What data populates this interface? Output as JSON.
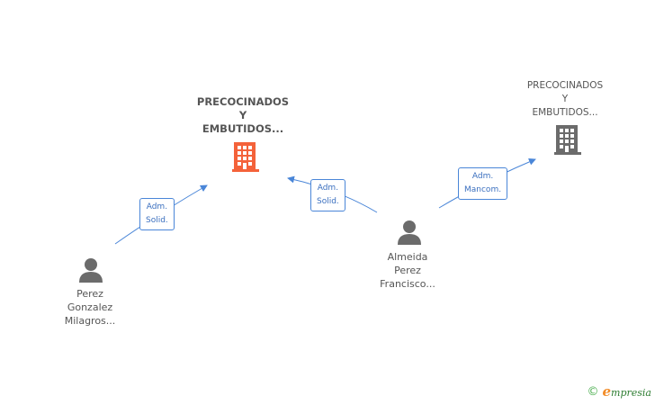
{
  "nodes": {
    "company_main": {
      "name_lines": [
        "PRECOCINADOS",
        "Y",
        "EMBUTIDOS..."
      ],
      "icon": "building-icon",
      "color": "#f4623a"
    },
    "company_other": {
      "name_lines": [
        "PRECOCINADOS",
        "Y",
        "EMBUTIDOS..."
      ],
      "icon": "building-icon",
      "color": "#6b6b6b"
    },
    "person_perez": {
      "name_lines": [
        "Perez",
        "Gonzalez",
        "Milagros..."
      ],
      "icon": "person-icon"
    },
    "person_almeida": {
      "name_lines": [
        "Almeida",
        "Perez",
        "Francisco..."
      ],
      "icon": "person-icon"
    }
  },
  "edges": [
    {
      "from": "person_perez",
      "to": "company_main",
      "label_lines": [
        "Adm.",
        "Solid."
      ]
    },
    {
      "from": "person_almeida",
      "to": "company_main",
      "label_lines": [
        "Adm.",
        "Solid."
      ]
    },
    {
      "from": "person_almeida",
      "to": "company_other",
      "label_lines": [
        "Adm.",
        "Mancom."
      ]
    }
  ],
  "colors": {
    "edge": "#4a86d8",
    "person": "#6b6b6b"
  },
  "footer": {
    "copyright_symbol": "©",
    "brand_initial": "e",
    "brand_rest": "mpresia"
  }
}
